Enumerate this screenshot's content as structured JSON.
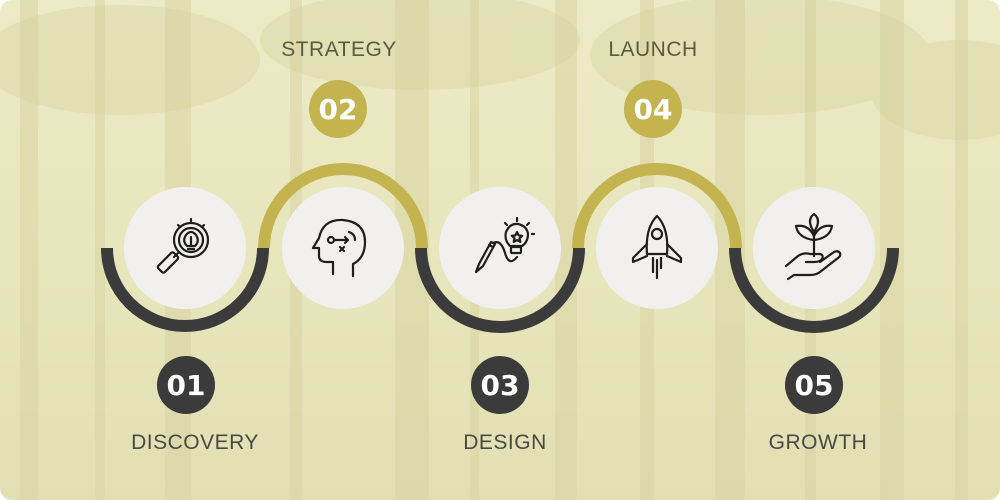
{
  "colors": {
    "dark": "#3b3b3b",
    "accent": "#c4b44f",
    "circle": "#f1f0ef"
  },
  "steps": [
    {
      "number": "01",
      "label": "DISCOVERY",
      "icon": "magnifier-lightbulb-icon",
      "color": "dark"
    },
    {
      "number": "02",
      "label": "STRATEGY",
      "icon": "head-strategy-icon",
      "color": "accent"
    },
    {
      "number": "03",
      "label": "DESIGN",
      "icon": "pencil-lightbulb-icon",
      "color": "dark"
    },
    {
      "number": "04",
      "label": "LAUNCH",
      "icon": "rocket-icon",
      "color": "accent"
    },
    {
      "number": "05",
      "label": "GROWTH",
      "icon": "hand-plant-icon",
      "color": "dark"
    }
  ]
}
